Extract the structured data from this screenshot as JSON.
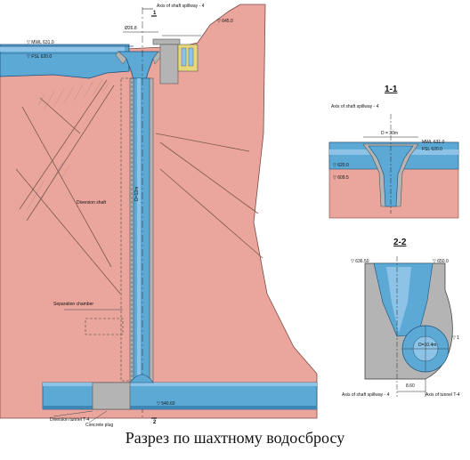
{
  "caption": "Разрез по шахтному водосбросу",
  "main": {
    "axis_shaft_label": "Axis of shaft spillway - 4",
    "section_mark": "1",
    "section_mark_bottom": "2",
    "mwl": "▽ MWL 631.0",
    "fsl": "▽ FSL 620.0",
    "diversion_shaft": "Diversion shaft",
    "separation_chamber": "Separation chamber",
    "diversion_tunnel": "Diversion tunnel T-4",
    "concrete_plug": "Concrete plug",
    "shaft_dim": "D=12m",
    "dim_top": "Ø26.8",
    "elev_645": "▽ 645.0",
    "elev_540": "▽ 540.60",
    "colors": {
      "rock": "#eaa59d",
      "water": "#5ca9d6",
      "concrete": "#b4b4b4",
      "shaft": "#8cc3e6",
      "gate": "#e6d77a"
    }
  },
  "sec11": {
    "title": "1-1",
    "axis_label": "Axis of shaft spillway - 4",
    "dim": "D = 30m",
    "mwl": "MWL 631.0",
    "fsl": "FSL 620.0",
    "elev_left": "▽ 620.0",
    "elev_bottom": "▽ 609.5"
  },
  "sec22": {
    "title": "2-2",
    "elev_left": "▽ 636.50",
    "elev_right": "▽ 650.0",
    "axis_shaft": "Axis of shaft spillway - 4",
    "axis_tunnel": "Axis of tunnel T-4",
    "dim": "8.60",
    "tunnel_size": "D=10.4m",
    "drop_mark": "▽ 1"
  }
}
